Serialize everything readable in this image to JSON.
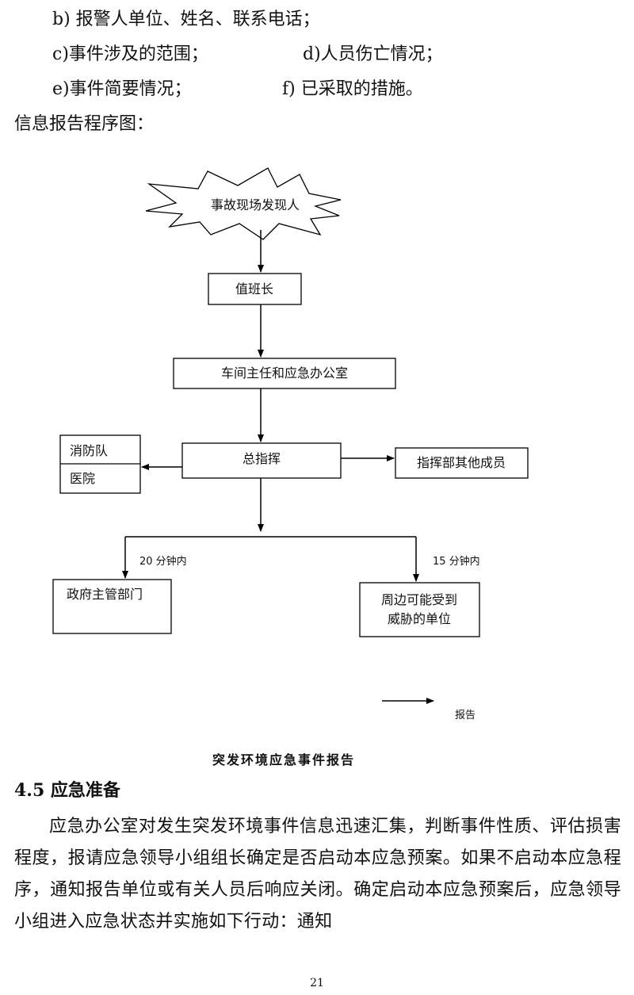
{
  "intro_items": {
    "b": "b) 报警人单位、姓名、联系电话；",
    "c": "c)事件涉及的范围；",
    "d": "d)人员伤亡情况；",
    "e": "e)事件简要情况；",
    "f": "f) 已采取的措施。"
  },
  "flow_title": "信息报告程序图：",
  "flowchart": {
    "discoverer": "事故现场发现人",
    "shift_leader": "值班长",
    "workshop": "车间主任和应急办公室",
    "commander": "总指挥",
    "fire_brigade": "消防队",
    "hospital": "医院",
    "other_members": "指挥部其他成员",
    "within_20": "20 分钟内",
    "within_15": "15 分钟内",
    "government": "政府主管部门",
    "neighbors_line1": "周边可能受到",
    "neighbors_line2": "威胁的单位",
    "legend_label": "报告"
  },
  "caption": "突发环境应急事件报告",
  "section_heading": "4.5 应急准备",
  "body_paragraph": "应急办公室对发生突发环境事件信息迅速汇集，判断事件性质、评估损害程度，报请应急领导小组组长确定是否启动本应急预案。如果不启动本应急程序，通知报告单位或有关人员后响应关闭。确定启动本应急预案后，应急领导小组进入应急状态并实施如下行动：通知",
  "page_number": "21"
}
